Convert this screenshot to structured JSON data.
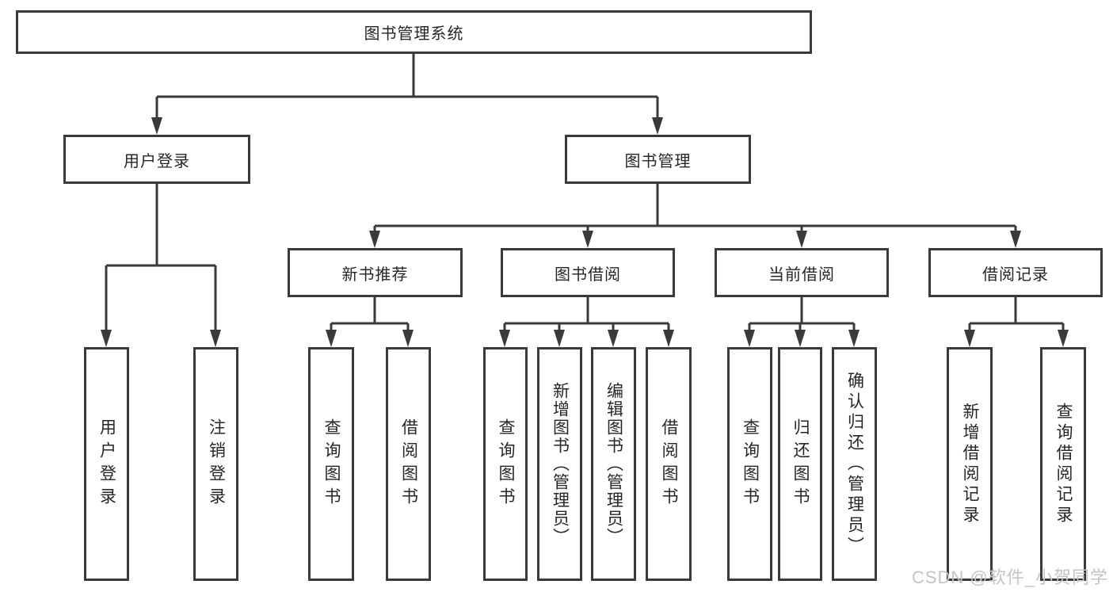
{
  "diagram": {
    "nodes": {
      "root": {
        "label": "图书管理系统"
      },
      "user_login": {
        "label": "用户登录"
      },
      "book_management": {
        "label": "图书管理"
      },
      "new_book_recommendation": {
        "label": "新书推荐"
      },
      "book_borrowing": {
        "label": "图书借阅"
      },
      "current_borrowing": {
        "label": "当前借阅"
      },
      "borrowing_records": {
        "label": "借阅记录"
      },
      "leaf_user_login": {
        "label": "用户登录"
      },
      "leaf_logout": {
        "label": "注销登录"
      },
      "rec_query_books": {
        "label": "查询图书"
      },
      "rec_borrow_books": {
        "label": "借阅图书"
      },
      "bor_query_books": {
        "label": "查询图书"
      },
      "bor_add_books": {
        "label": "新增图书（管理员）"
      },
      "bor_edit_books": {
        "label": "编辑图书（管理员）"
      },
      "bor_borrow_books": {
        "label": "借阅图书"
      },
      "cur_query_books": {
        "label": "查询图书"
      },
      "cur_return_books": {
        "label": "归还图书"
      },
      "cur_confirm_return": {
        "label": "确认归还（管理员）"
      },
      "rcd_add_record": {
        "label": "新增借阅记录"
      },
      "rcd_query_record": {
        "label": "查询借阅记录"
      }
    },
    "hierarchy": [
      {
        "parent": "图书管理系统",
        "children": [
          "用户登录",
          "图书管理"
        ]
      },
      {
        "parent": "用户登录",
        "children": [
          "用户登录",
          "注销登录"
        ]
      },
      {
        "parent": "图书管理",
        "children": [
          "新书推荐",
          "图书借阅",
          "当前借阅",
          "借阅记录"
        ]
      },
      {
        "parent": "新书推荐",
        "children": [
          "查询图书",
          "借阅图书"
        ]
      },
      {
        "parent": "图书借阅",
        "children": [
          "查询图书",
          "新增图书（管理员）",
          "编辑图书（管理员）",
          "借阅图书"
        ]
      },
      {
        "parent": "当前借阅",
        "children": [
          "查询图书",
          "归还图书",
          "确认归还（管理员）"
        ]
      },
      {
        "parent": "借阅记录",
        "children": [
          "新增借阅记录",
          "查询借阅记录"
        ]
      }
    ],
    "watermark": "CSDN @软件_小贺同学",
    "colors": {
      "line": "#3a3a3a",
      "box_border": "#3a3a3a",
      "text": "#262626",
      "watermark": "#c4c4c4",
      "background": "#ffffff"
    }
  }
}
